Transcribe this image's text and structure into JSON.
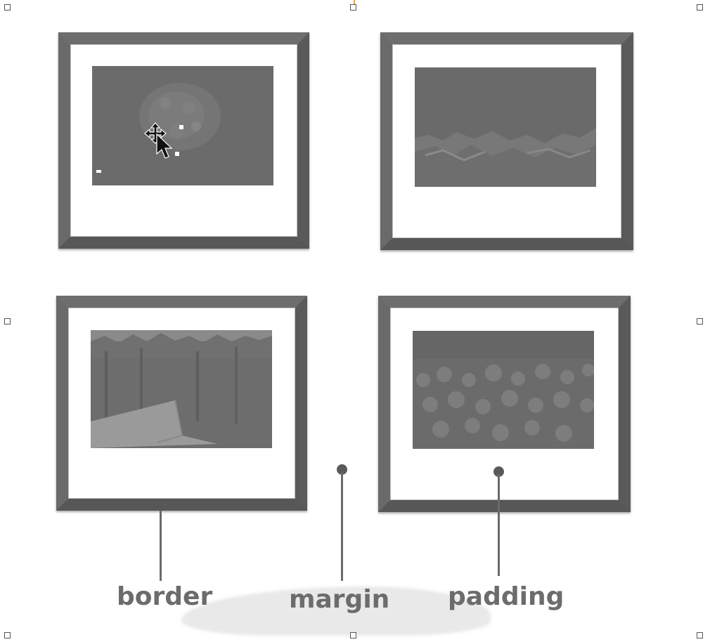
{
  "labels": {
    "border": "border",
    "margin": "margin",
    "padding": "padding"
  },
  "colors": {
    "frame": "#5e5e5e",
    "photo": "#6b6b6b",
    "label_text": "#6c6c6c",
    "background": "#ffffff"
  },
  "icons": [
    "move-cursor-icon",
    "selection-handle-icon"
  ]
}
